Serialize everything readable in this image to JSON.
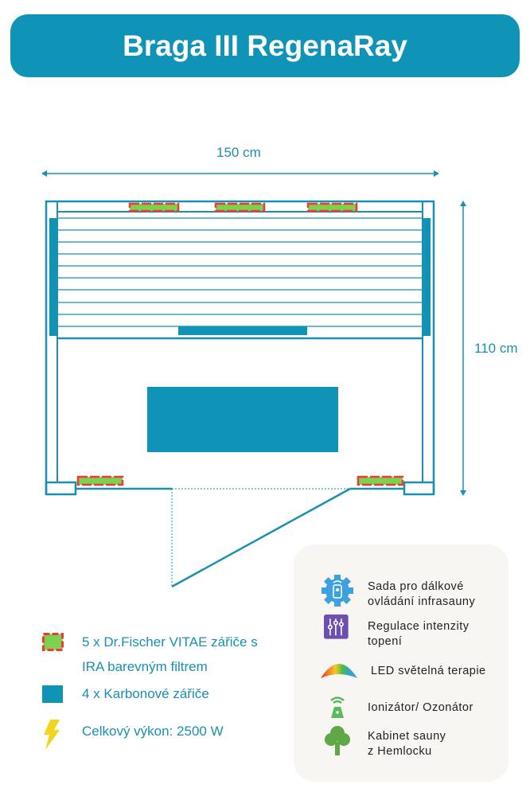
{
  "header": {
    "title": "Braga III RegenaRay"
  },
  "dimensions": {
    "width": "150 cm",
    "depth": "110 cm"
  },
  "legend": [
    {
      "icon": "ira-heater-icon",
      "line1": "5 x Dr.Fischer VITAE zářiče s",
      "line2": "IRA barevným filtrem"
    },
    {
      "icon": "carbon-heater-icon",
      "line1": "4 x Karbonové zářiče"
    },
    {
      "icon": "lightning-icon",
      "line1": "Celkový výkon: 2500 W"
    }
  ],
  "features": [
    {
      "icon": "remote-gear-icon",
      "line1": "Sada pro dálkové",
      "line2": "ovládání infrasauny"
    },
    {
      "icon": "sliders-icon",
      "line1": "Regulace intenzity",
      "line2": "topení"
    },
    {
      "icon": "rainbow-icon",
      "line1": "LED světelná terapie"
    },
    {
      "icon": "ionizer-icon",
      "line1": "Ionizátor/ Ozonátor"
    },
    {
      "icon": "tree-icon",
      "line1": "Kabinet sauny",
      "line2": "z Hemlocku"
    }
  ],
  "colors": {
    "primary": "#0f93b6",
    "ira_red": "#f03a3a",
    "ira_green": "#7ed04f",
    "bolt": "#f2d520"
  }
}
